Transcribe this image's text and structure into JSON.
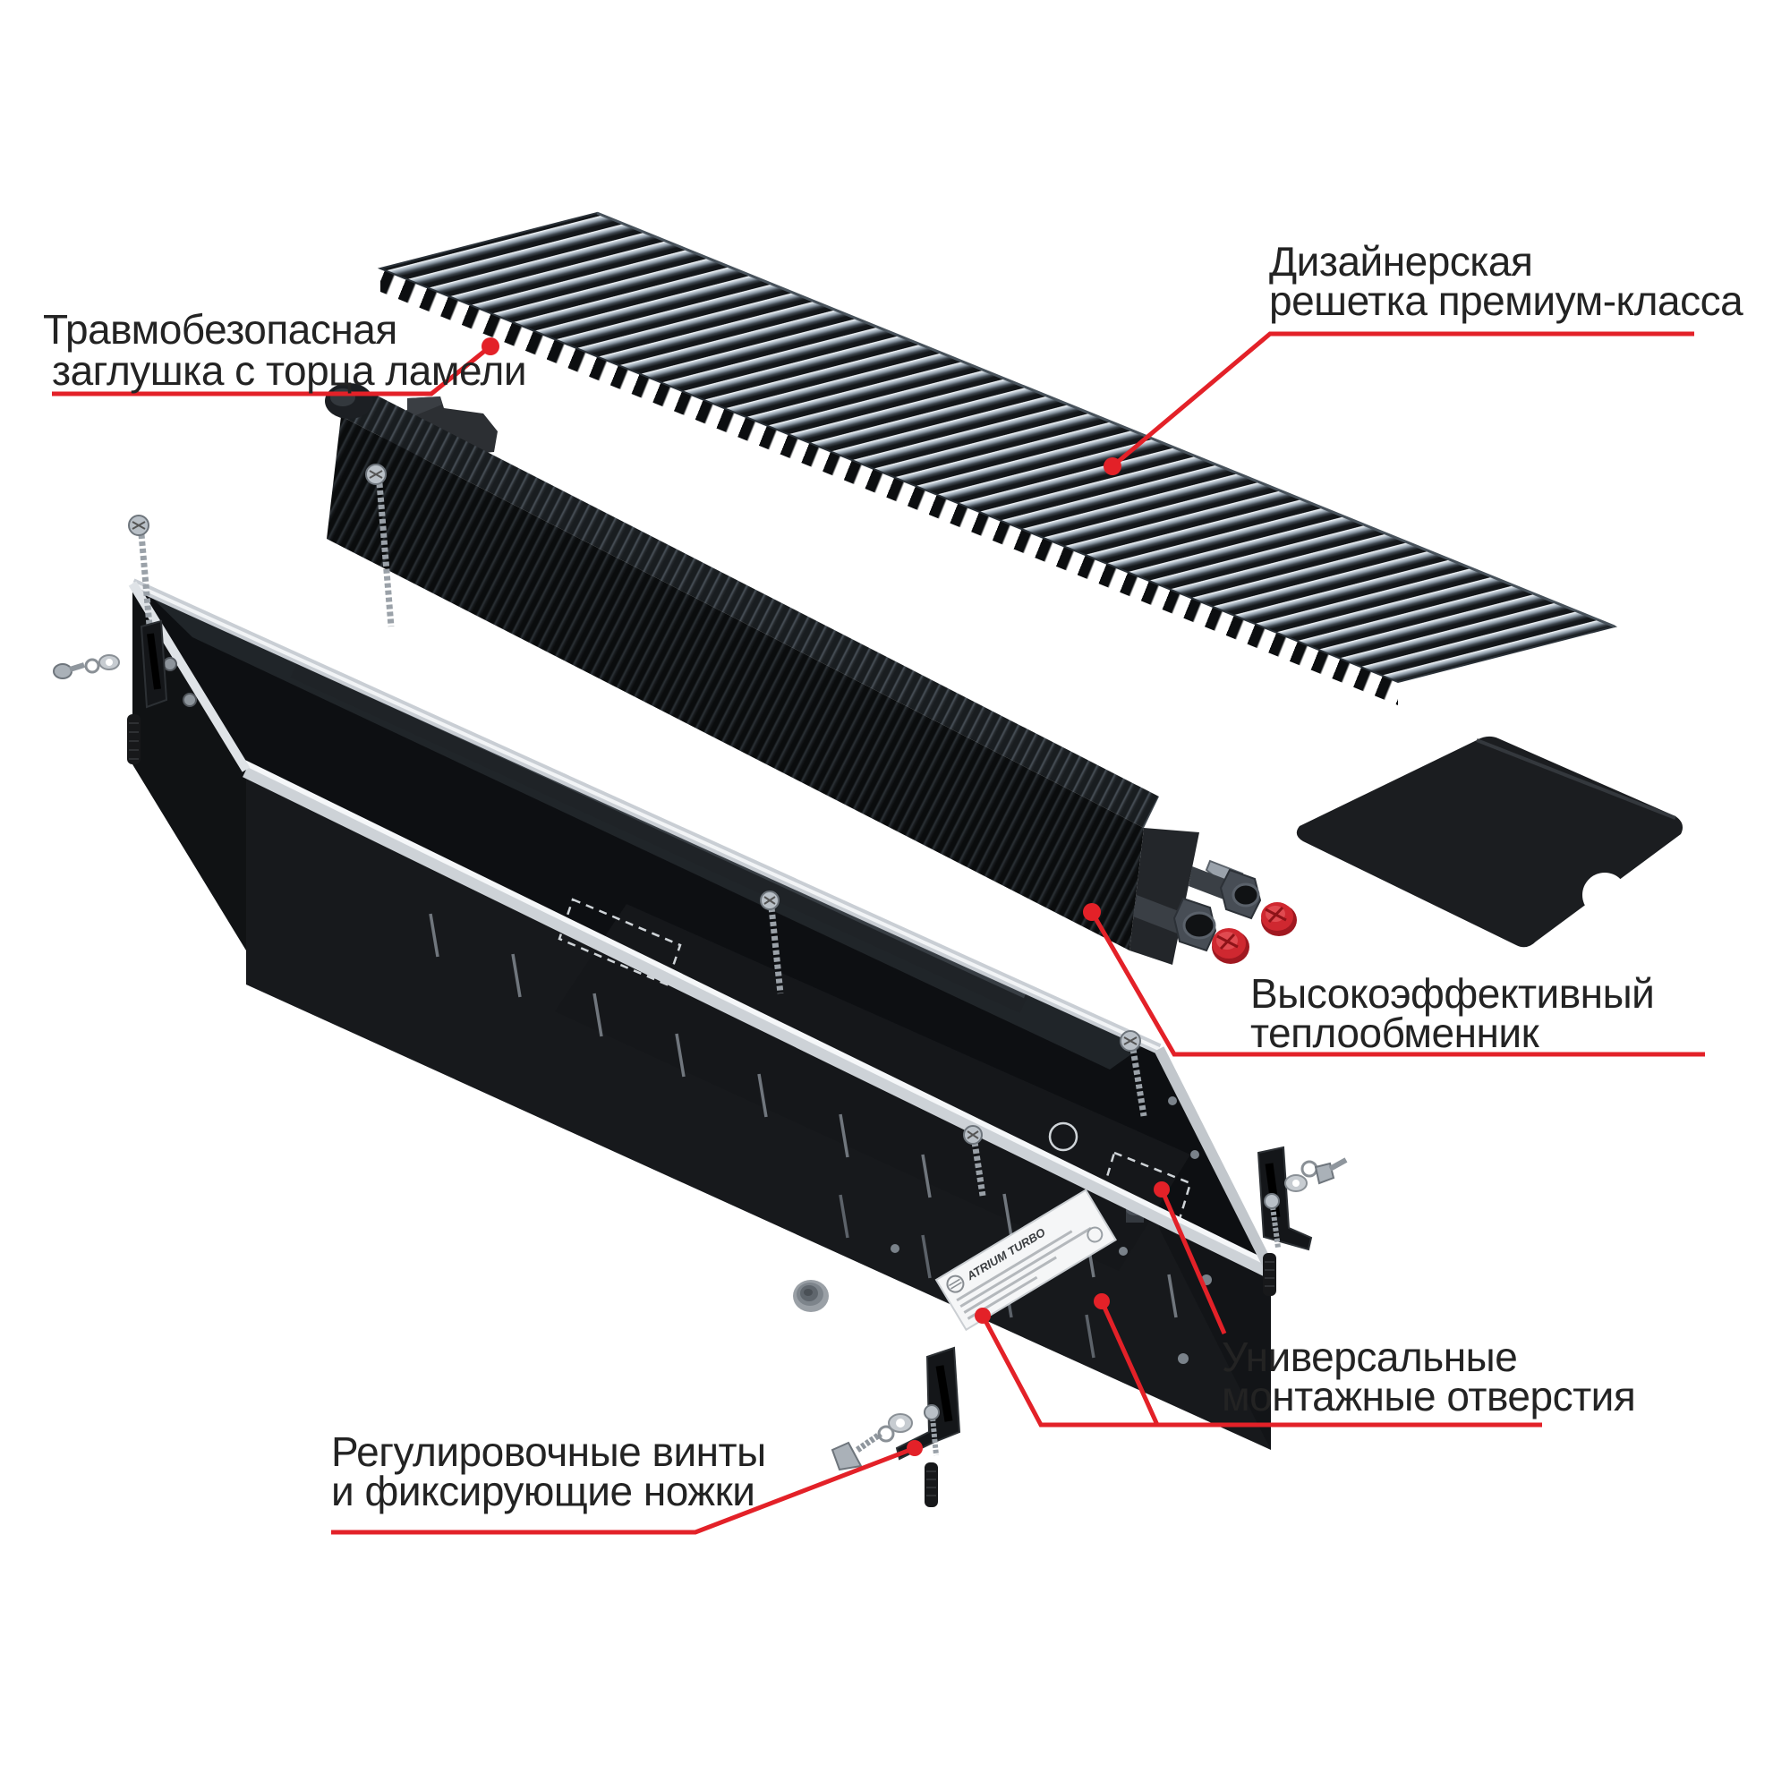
{
  "labels": {
    "grille": {
      "line1": "Дизайнерская",
      "line2": "решетка премиум-класса"
    },
    "end_cap": {
      "line1": "Травмобезопасная",
      "line2": "заглушка с торца ламели"
    },
    "heat_exchanger": {
      "line1": "Высокоэффективный",
      "line2": "теплообменник"
    },
    "mounting_holes": {
      "line1": "Универсальные",
      "line2": "монтажные отверстия"
    },
    "feet": {
      "line1": "Регулировочные винты",
      "line2": "и фиксирующие ножки"
    }
  },
  "nameplate": {
    "title": "ATRIUM TURBO"
  },
  "colors": {
    "leader_red": "#e32128",
    "label_text": "#232323",
    "cap_red": "#cf2830",
    "grille_metal": "#9fb0bd",
    "body_black": "#17191c",
    "background": "#ffffff"
  }
}
